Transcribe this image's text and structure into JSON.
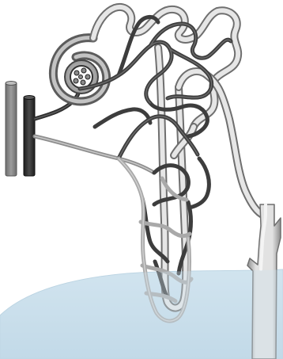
{
  "figure": {
    "labels": []
  },
  "colors": {
    "background": "#ffffff",
    "medulla_fill": "#cfe2ee",
    "medulla_edge": "#b9d2e1",
    "tubule_outline": "#6f6f6f",
    "tubule_fill": "#e6e6e6",
    "capillary_dark": "#3d3d3d",
    "capillary_dark_highlight": "#6a6a6a",
    "capillary_light": "#a9a9a9",
    "capillary_light_highlight": "#d0d0d0",
    "vessel_dark": "#2e2e2e",
    "vessel_light": "#8e8e8e",
    "collecting_duct": "#dcdcdc",
    "glomerulus_fill": "#c4c4c4",
    "capsule_fill": "#b3b3b3"
  },
  "icons": [
    "renal-artery-vessel",
    "renal-vein-vessel",
    "glomerulus-icon",
    "bowmans-capsule-icon",
    "loop-of-henle",
    "collecting-duct",
    "peritubular-capillaries",
    "vasa-recta"
  ]
}
